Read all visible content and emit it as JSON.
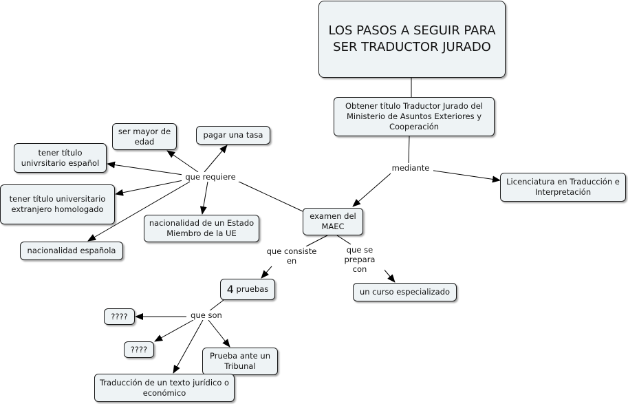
{
  "title": "LOS PASOS A SEGUIR PARA SER TRADUCTOR JURADO",
  "nodes": {
    "obtener": "Obtener título Traductor Jurado del Ministerio de Asuntos Exteriores y Cooperación",
    "licenciatura": "Licenciatura en Traducción e Interpretación",
    "examen": "examen del MAEC",
    "mayor_edad": "ser mayor de edad",
    "pagar_tasa": "pagar una tasa",
    "titulo_es": "tener título univrsitario español",
    "titulo_ext": "tener título universitario extranjero homologado",
    "nac_ue": "nacionalidad de un Estado Miembro de la UE",
    "nac_es": "nacionalidad española",
    "pruebas_num": "4",
    "pruebas_txt": "pruebas",
    "curso": "un curso especializado",
    "q1": "????",
    "q2": "????",
    "tribunal": "Prueba ante un Tribunal",
    "traduccion": "Traducción de un texto jurídico o económico"
  },
  "links": {
    "mediante": "mediante",
    "requiere": "que requiere",
    "consiste": "que consiste en",
    "prepara": "que se prepara con",
    "son": "que son"
  },
  "colors": {
    "node_fill": "#eef3f5",
    "stroke": "#000000"
  }
}
